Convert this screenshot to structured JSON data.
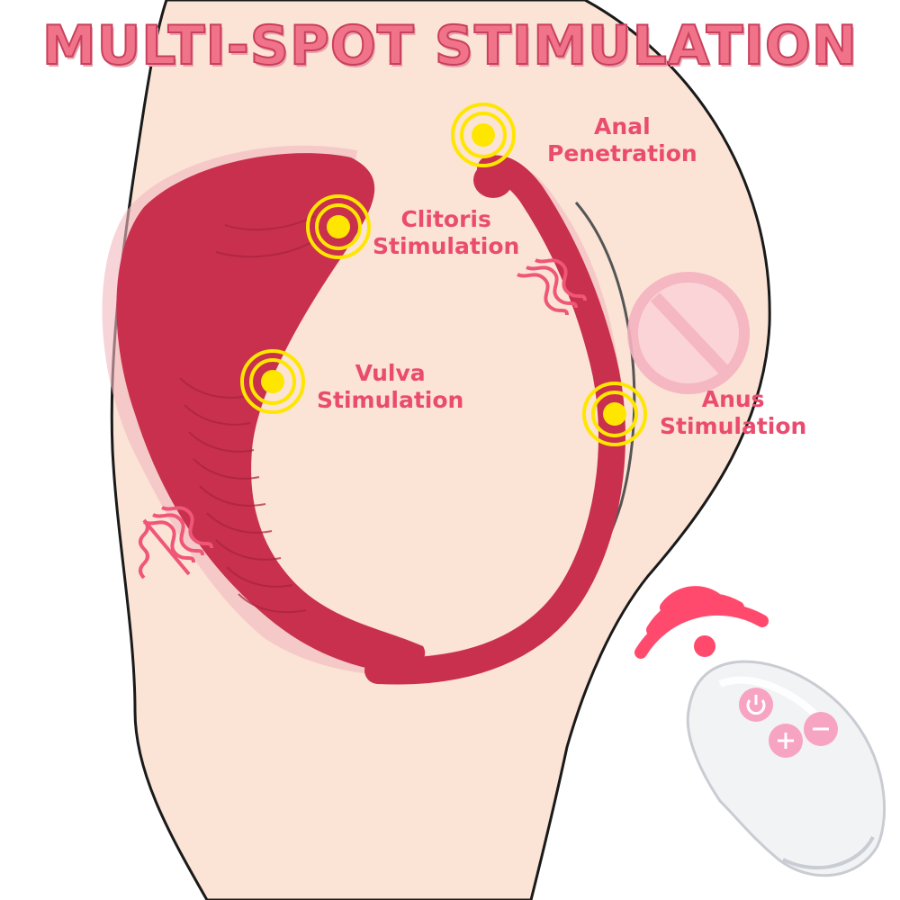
{
  "title": "MULTI-SPOT STIMULATION",
  "labels": {
    "anal": [
      "Anal",
      "Penetration"
    ],
    "clitoris": [
      "Clitoris",
      "Stimulation"
    ],
    "vulva": [
      "Vulva",
      "Stimulation"
    ],
    "anus": [
      "Anus",
      "Stimulation"
    ]
  },
  "icons": {
    "censor": "prohibited-icon",
    "wireless": "wireless-signal-icon",
    "remote_buttons": [
      "power-icon",
      "plus-icon",
      "minus-icon"
    ]
  },
  "colors": {
    "title": "#f0738a",
    "label": "#ea4c6e",
    "skin": "#fbe3d6",
    "device": "#c8304d",
    "hotspot": "#ffe600",
    "remote_button": "#f7a3c2"
  }
}
